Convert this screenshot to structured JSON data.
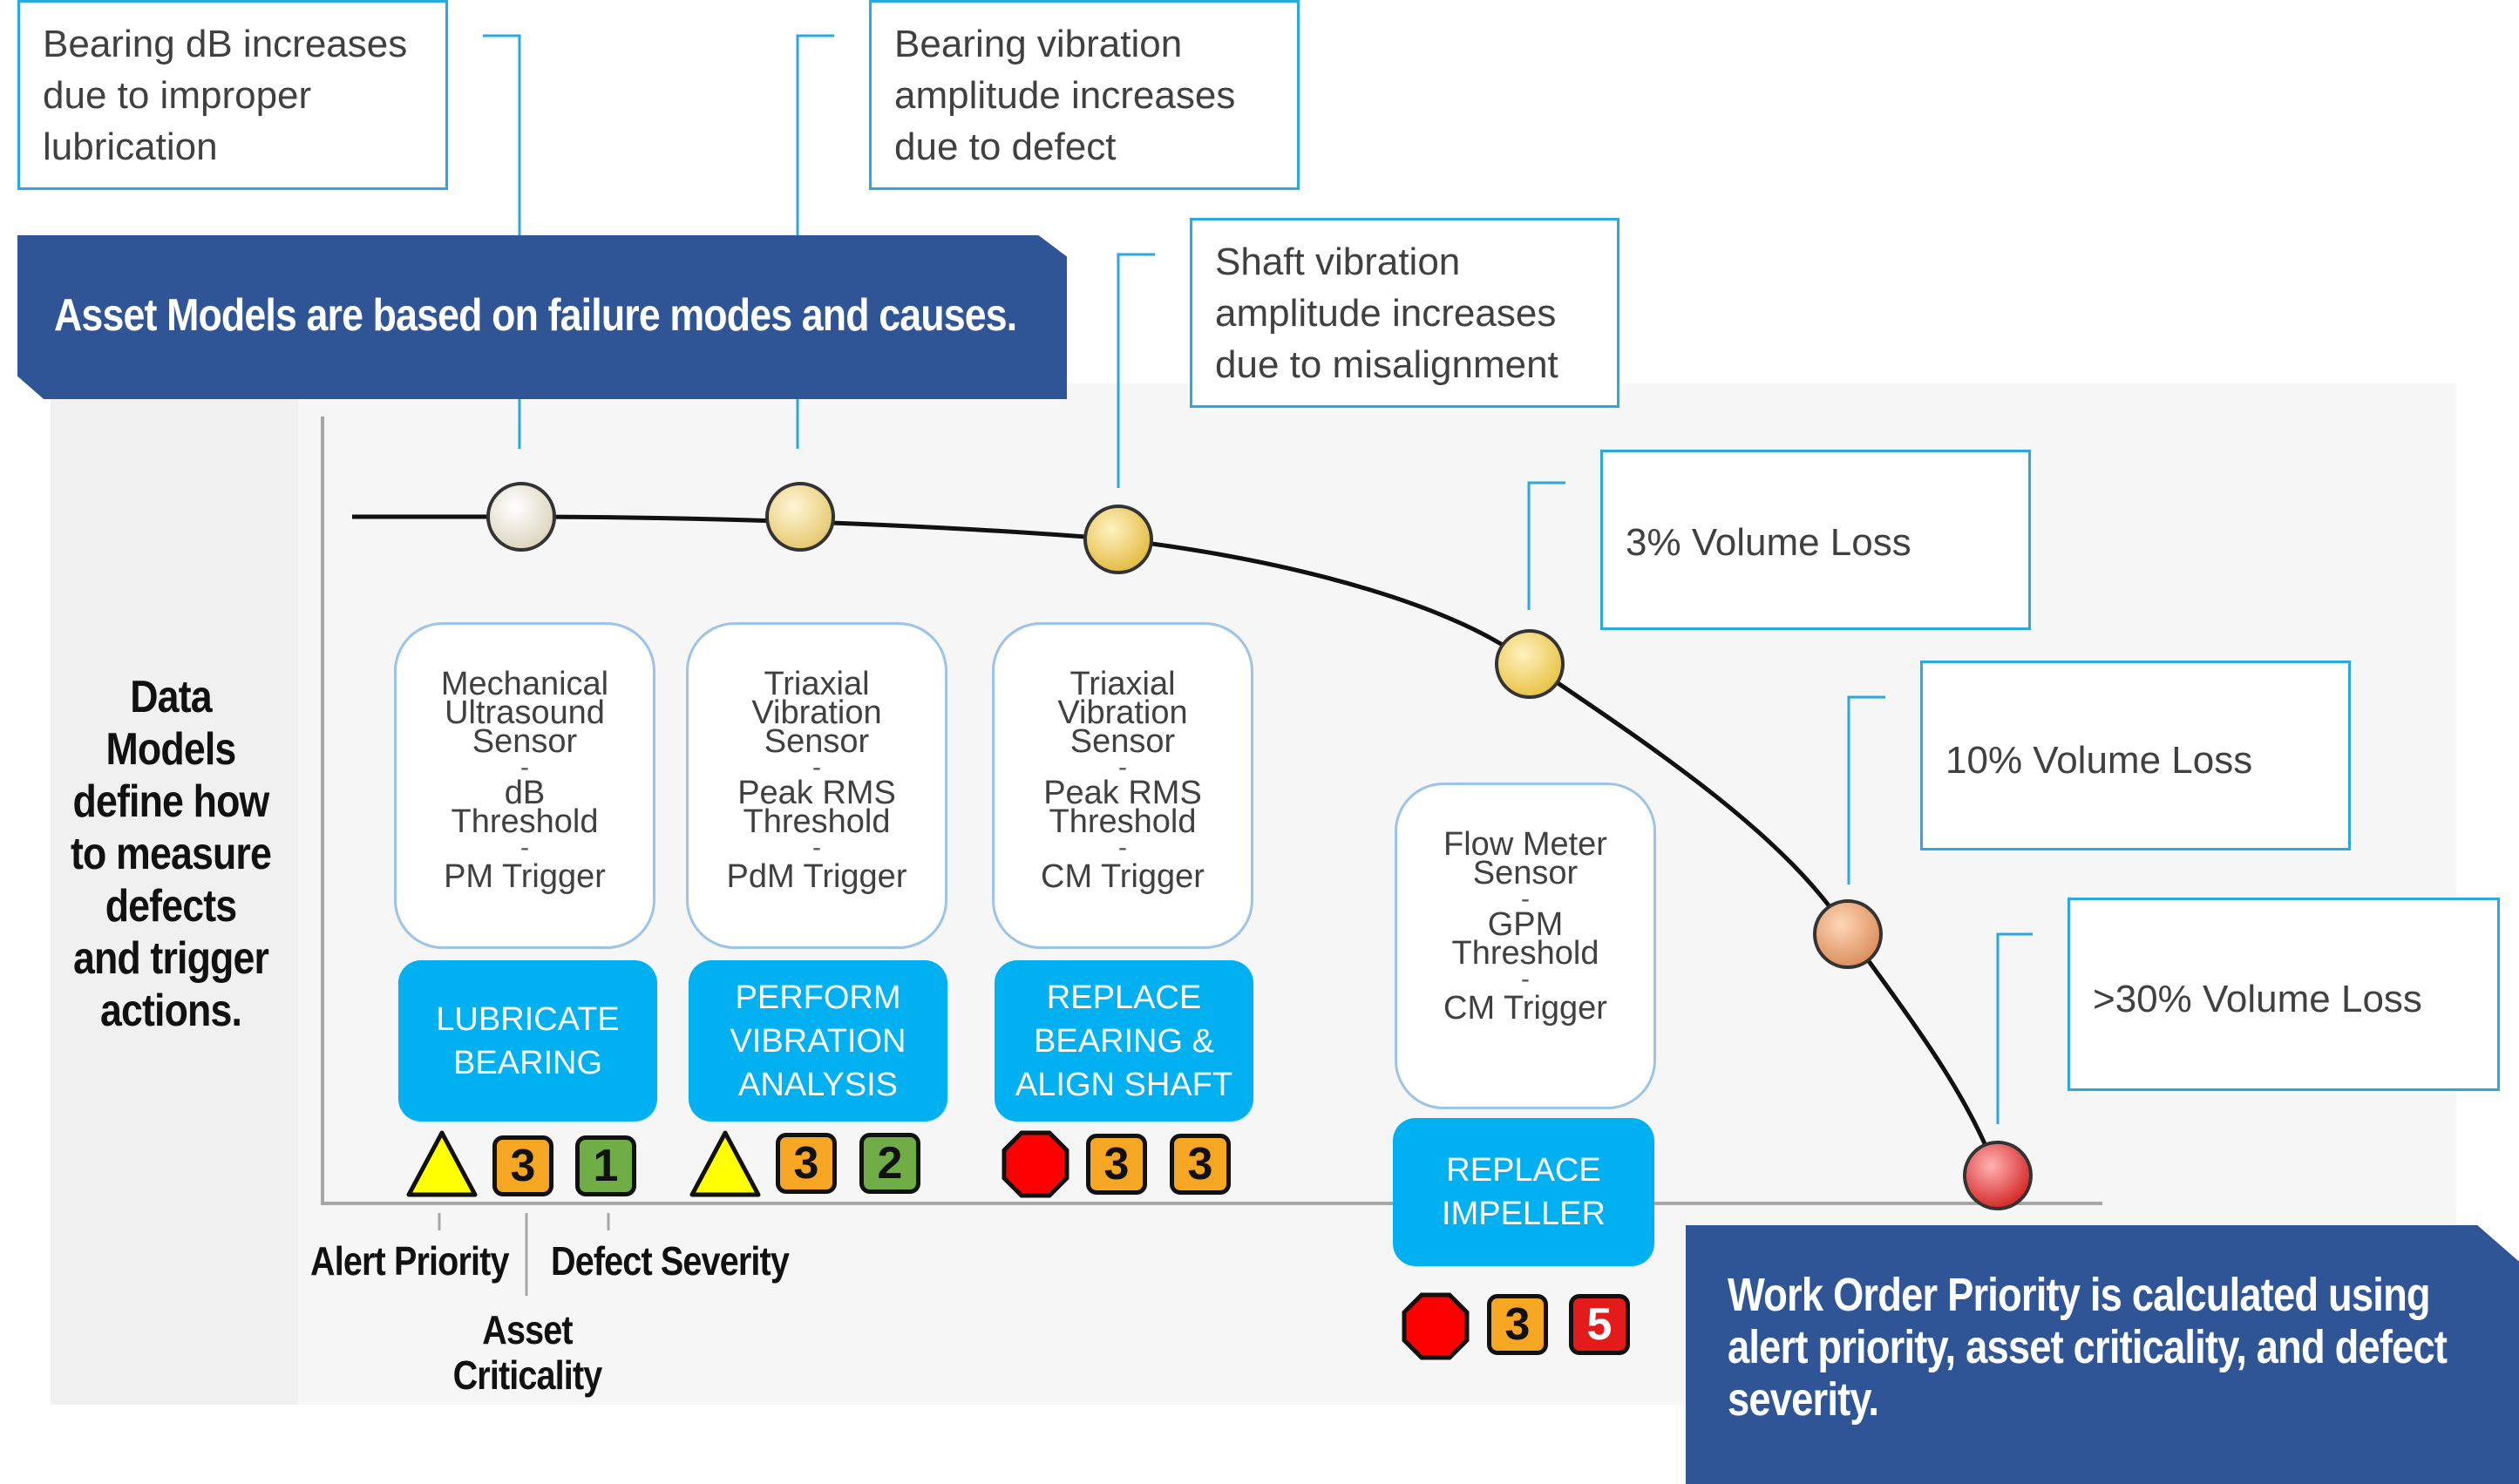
{
  "callouts": [
    {
      "id": "c1",
      "text": "Bearing dB increases due to improper lubrication"
    },
    {
      "id": "c2",
      "text": "Bearing vibration amplitude increases due to defect"
    },
    {
      "id": "c3",
      "text": "Shaft vibration amplitude increases due to misalignment"
    },
    {
      "id": "c4",
      "text": "3% Volume Loss"
    },
    {
      "id": "c5",
      "text": "10% Volume Loss"
    },
    {
      "id": "c6",
      "text": ">30% Volume Loss"
    }
  ],
  "banner_top": "Asset Models are based on failure modes and causes.",
  "banner_bottom": "Work Order Priority is calculated using alert priority, asset criticality, and defect severity.",
  "side_text": "Data Models define how to measure defects and trigger actions.",
  "sensors": [
    {
      "l1": "Mechanical",
      "l2": "Ultrasound",
      "l3": "Sensor",
      "l4": "dB",
      "l5": "Threshold",
      "l6": "PM Trigger"
    },
    {
      "l1": "Triaxial",
      "l2": "Vibration",
      "l3": "Sensor",
      "l4": "Peak RMS",
      "l5": "Threshold",
      "l6": "PdM Trigger"
    },
    {
      "l1": "Triaxial",
      "l2": "Vibration",
      "l3": "Sensor",
      "l4": "Peak RMS",
      "l5": "Threshold",
      "l6": "CM Trigger"
    },
    {
      "l1": "Flow Meter",
      "l2": "Sensor",
      "l3": "",
      "l4": "GPM",
      "l5": "Threshold",
      "l6": "CM Trigger"
    }
  ],
  "dash": "-",
  "actions": [
    {
      "line1": "LUBRICATE",
      "line2": "BEARING",
      "line3": ""
    },
    {
      "line1": "PERFORM",
      "line2": "VIBRATION",
      "line3": "ANALYSIS"
    },
    {
      "line1": "REPLACE",
      "line2": "BEARING &",
      "line3": "ALIGN SHAFT"
    },
    {
      "line1": "REPLACE",
      "line2": "IMPELLER",
      "line3": ""
    }
  ],
  "priority_groups": [
    {
      "alert": "triangle-yellow",
      "criticality": "3",
      "severity": "1",
      "severity_color": "#70ad47"
    },
    {
      "alert": "triangle-yellow",
      "criticality": "3",
      "severity": "2",
      "severity_color": "#70ad47"
    },
    {
      "alert": "octagon-red",
      "criticality": "3",
      "severity": "3",
      "severity_color": "#f5a623"
    },
    {
      "alert": "octagon-red",
      "criticality": "3",
      "severity": "5",
      "severity_color": "#e31b1b"
    }
  ],
  "legend": {
    "alert_priority": "Alert Priority",
    "defect_severity": "Defect Severity",
    "asset_criticality_1": "Asset",
    "asset_criticality_2": "Criticality"
  },
  "colors": {
    "callout_border": "#29a9dd",
    "banner": "#2f5597",
    "action": "#00b0f0",
    "sensor_border": "#9dc3e6"
  }
}
